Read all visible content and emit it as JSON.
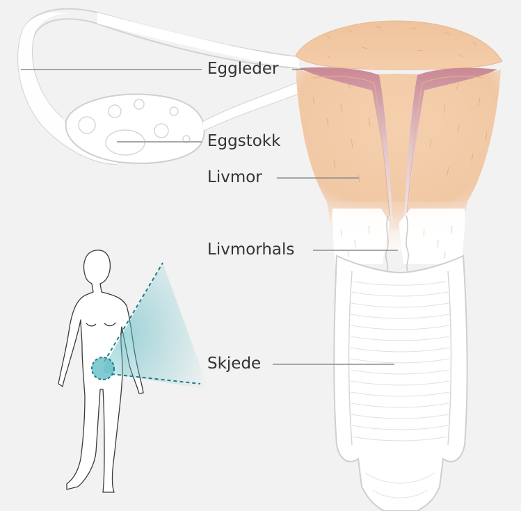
{
  "labels": {
    "fallopian_tube": "Eggleder",
    "ovary": "Eggstokk",
    "uterus": "Livmor",
    "cervix": "Livmorhals",
    "vagina": "Skjede"
  },
  "colors": {
    "background": "#f2f2f2",
    "uterus_fill": "#f0c8a4",
    "cavity_fill": "#d7a1ab",
    "outline": "#c9c9c9",
    "leader_line": "#8c8c8c",
    "highlight": "#5ab9c2",
    "highlight_dark": "#1d7d8a"
  },
  "icons": {
    "body_figure": "female-body-icon",
    "highlight": "pelvic-region-highlight"
  }
}
